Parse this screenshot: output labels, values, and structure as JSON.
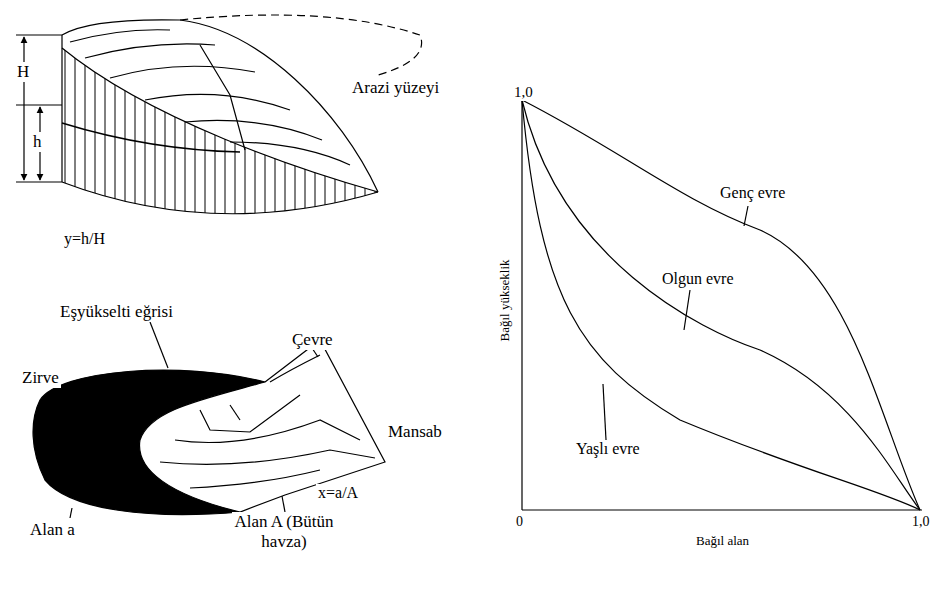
{
  "diagram": {
    "labels": [
      "H",
      "h",
      "Arazi yüzeyi",
      "y=h/H",
      "Eşyükselti eğrisi",
      "Çevre",
      "Zirve",
      "Mansab",
      "x=a/A",
      "Alan a",
      "Alan A (Bütün havza)",
      "1,0",
      "Genç evre",
      "Olgun evre",
      "Bağıl yükseklik",
      "Yaşlı evre",
      "0",
      "Bağıl alan",
      "1,0"
    ]
  }
}
